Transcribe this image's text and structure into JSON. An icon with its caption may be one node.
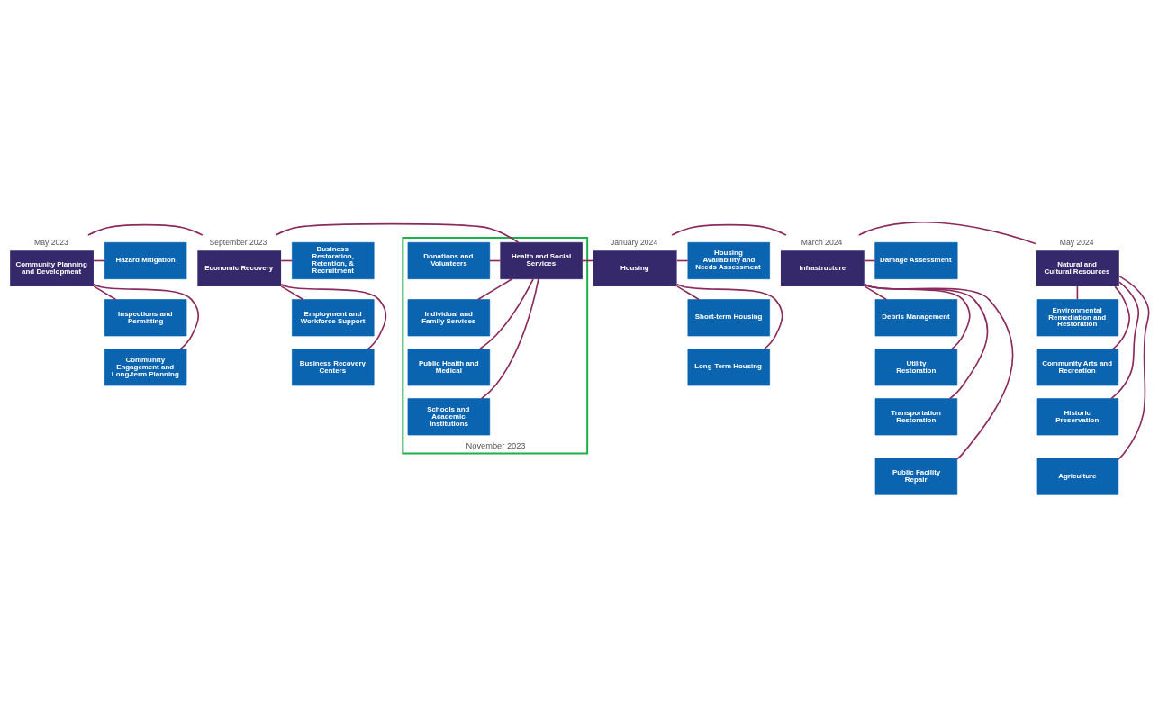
{
  "diagram": {
    "nodes": [
      {
        "text": [
          "Community Planning and Development"
        ],
        "beside": [
          "May 2023"
        ]
      },
      {
        "text": [
          "Hazard Mitigation"
        ]
      },
      {
        "text": [
          "Inspections and Permitting"
        ]
      },
      {
        "text": [
          "Community Engagement and Long-term Planning"
        ]
      },
      {
        "text": [
          "Economic Recovery"
        ],
        "beside": [
          "September 2023"
        ]
      },
      {
        "text": [
          "Business Restoration, Retention, & Recruitment"
        ]
      },
      {
        "text": [
          "Employment and Workforce Support"
        ]
      },
      {
        "text": [
          "Business Recovery Centers"
        ]
      },
      {
        "text": [
          "November 2023"
        ]
      },
      {
        "text": [
          "Health and Social Services"
        ],
        "in": 8
      },
      {
        "text": [
          "Donations and Volunteers"
        ],
        "in": 8
      },
      {
        "text": [
          "Individual and Family Services"
        ],
        "in": 8
      },
      {
        "text": [
          "Public Health and Medical"
        ],
        "in": 8
      },
      {
        "text": [
          "Schools and Academic Institutions"
        ],
        "in": 8
      },
      {
        "text": [
          "Housing"
        ],
        "beside": [
          "January 2024"
        ]
      },
      {
        "text": [
          "Housing Availability and Needs Assessment"
        ]
      },
      {
        "text": [
          "Short-term Housing"
        ]
      },
      {
        "text": [
          "Long-Term Housing"
        ]
      },
      {
        "text": [
          "Infrastructure"
        ],
        "beside": [
          "March 2024"
        ]
      },
      {
        "text": [
          "Damage Assessment"
        ]
      },
      {
        "text": [
          "Debris Management"
        ]
      },
      {
        "text": [
          "Utility Restoration"
        ]
      },
      {
        "text": [
          "Transportation Restoration"
        ]
      },
      {
        "text": [
          "Public Facility Repair"
        ]
      },
      {
        "text": [
          "Natural and Cultural Resources"
        ],
        "beside": [
          "May 2024"
        ]
      },
      {
        "text": [
          "Environmental Remediation and Restoration"
        ]
      },
      {
        "text": [
          "Community Arts and Recreation"
        ]
      },
      {
        "text": [
          "Historic Preservation"
        ]
      },
      {
        "text": [
          "Agriculture"
        ]
      }
    ],
    "edges": [
      {
        "from": 0,
        "to": 4,
        "arrow": "none"
      },
      {
        "from": 4,
        "to": 9,
        "arrow": "none"
      },
      {
        "from": 9,
        "to": 14,
        "arrow": "none"
      },
      {
        "from": 14,
        "to": 18,
        "arrow": "none"
      },
      {
        "from": 18,
        "to": 24,
        "arrow": "none"
      },
      {
        "from": 0,
        "to": 1,
        "arrow": "none"
      },
      {
        "from": 0,
        "to": 2,
        "arrow": "none"
      },
      {
        "from": 0,
        "to": 3,
        "arrow": "none"
      },
      {
        "from": 4,
        "to": 5,
        "arrow": "none"
      },
      {
        "from": 4,
        "to": 6,
        "arrow": "none"
      },
      {
        "from": 4,
        "to": 7,
        "arrow": "none"
      },
      {
        "from": 9,
        "to": 10,
        "arrow": "none"
      },
      {
        "from": 9,
        "to": 11,
        "arrow": "none"
      },
      {
        "from": 9,
        "to": 12,
        "arrow": "none"
      },
      {
        "from": 9,
        "to": 13,
        "arrow": "none"
      },
      {
        "from": 14,
        "to": 15,
        "arrow": "none"
      },
      {
        "from": 14,
        "to": 16,
        "arrow": "none"
      },
      {
        "from": 14,
        "to": 17,
        "arrow": "none"
      },
      {
        "from": 18,
        "to": 19,
        "arrow": "none"
      },
      {
        "from": 18,
        "to": 20,
        "arrow": "none"
      },
      {
        "from": 18,
        "to": 21,
        "arrow": "none"
      },
      {
        "from": 18,
        "to": 22,
        "arrow": "none"
      },
      {
        "from": 18,
        "to": 23,
        "arrow": "none"
      },
      {
        "from": 24,
        "to": 25,
        "arrow": "none"
      },
      {
        "from": 24,
        "to": 26,
        "arrow": "none"
      },
      {
        "from": 24,
        "to": 27,
        "arrow": "none"
      },
      {
        "from": 24,
        "to": 28,
        "arrow": "none"
      }
    ]
  }
}
